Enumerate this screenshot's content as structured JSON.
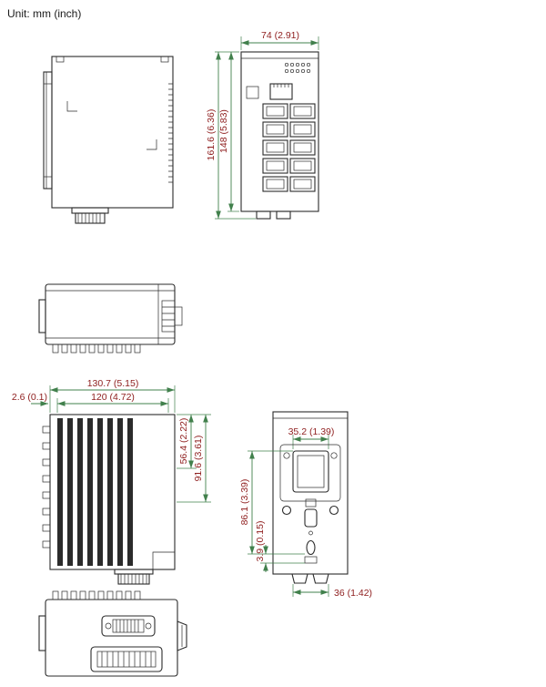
{
  "unit_label": "Unit: mm (inch)",
  "colors": {
    "drawing_line": "#2b2b2b",
    "dimension_line": "#41804c",
    "dimension_text": "#8e1d1d",
    "background": "#ffffff"
  },
  "views": {
    "front": {
      "width": "74 (2.91)",
      "overall_height": "161.6 (6.36)",
      "body_height": "148 (5.83)"
    },
    "side_finned": {
      "overall_width": "130.7 (5.15)",
      "inner_width": "120 (4.72)",
      "edge_offset": "2.6 (0.1)",
      "upper_height": "56.4 (2.22)",
      "lower_height": "91.6 (3.61)"
    },
    "rear": {
      "slot_width": "35.2 (1.39)",
      "clip_height": "86.1 (3.39)",
      "clip_offset": "3.9 (0.15)",
      "connector_span": "36 (1.42)"
    }
  }
}
